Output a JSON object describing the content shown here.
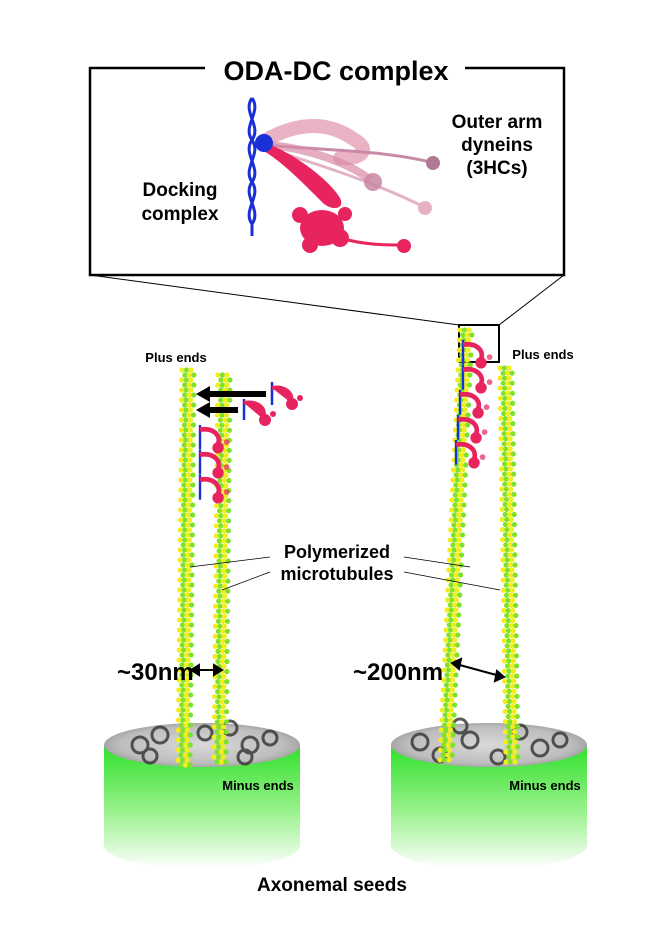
{
  "inset": {
    "title": "ODA-DC complex",
    "docking_label_line1": "Docking",
    "docking_label_line2": "complex",
    "dynein_label_line1": "Outer arm",
    "dynein_label_line2": "dyneins",
    "dynein_label_line3": "(3HCs)"
  },
  "left_panel": {
    "plus_ends": "Plus ends",
    "minus_ends": "Minus ends",
    "spacing": "~30nm"
  },
  "right_panel": {
    "plus_ends": "Plus ends",
    "minus_ends": "Minus ends",
    "spacing": "~200nm"
  },
  "polymerized_line1": "Polymerized",
  "polymerized_line2": "microtubules",
  "seeds_label": "Axonemal seeds",
  "colors": {
    "tubulin_green": "#7ee22a",
    "tubulin_yellow": "#f2ee1c",
    "seed_green": "#39e52a",
    "dynein_pink": "#e8245e",
    "docking_blue": "#1a2fd6"
  }
}
